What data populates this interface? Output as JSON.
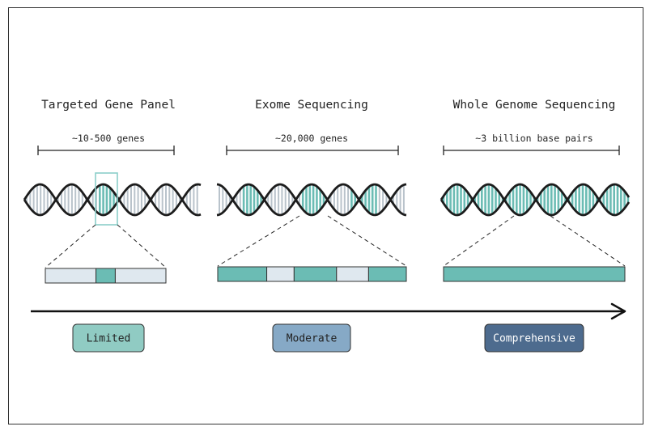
{
  "colors": {
    "teal": "#6bbcb4",
    "pale": "#dfe8ef",
    "grey_rung": "#b9c3cb",
    "strand": "#1c1c1c",
    "highlight": "#8ccfca"
  },
  "panels": [
    {
      "title": "Targeted Gene Panel",
      "count": "~10-500 genes",
      "coverage": "single-gene",
      "segments": [
        {
          "state": "not-sequenced",
          "portion": 0.42
        },
        {
          "state": "sequenced",
          "portion": 0.16
        },
        {
          "state": "not-sequenced",
          "portion": 0.42
        }
      ],
      "badge": {
        "label": "Limited",
        "fill": "#90cbc3",
        "text_color": "#222222"
      }
    },
    {
      "title": "Exome Sequencing",
      "count": "~20,000 genes",
      "coverage": "exons",
      "segments": [
        {
          "state": "sequenced",
          "portion": 0.26
        },
        {
          "state": "not-sequenced",
          "portion": 0.145
        },
        {
          "state": "sequenced",
          "portion": 0.225
        },
        {
          "state": "not-sequenced",
          "portion": 0.17
        },
        {
          "state": "sequenced",
          "portion": 0.2
        }
      ],
      "badge": {
        "label": "Moderate",
        "fill": "#86a9c6",
        "text_color": "#222222"
      }
    },
    {
      "title": "Whole Genome Sequencing",
      "count": "~3 billion base pairs",
      "coverage": "full",
      "segments": [
        {
          "state": "sequenced",
          "portion": 1.0
        }
      ],
      "badge": {
        "label": "Comprehensive",
        "fill": "#4d6b8e",
        "text_color": "#ffffff"
      }
    }
  ]
}
